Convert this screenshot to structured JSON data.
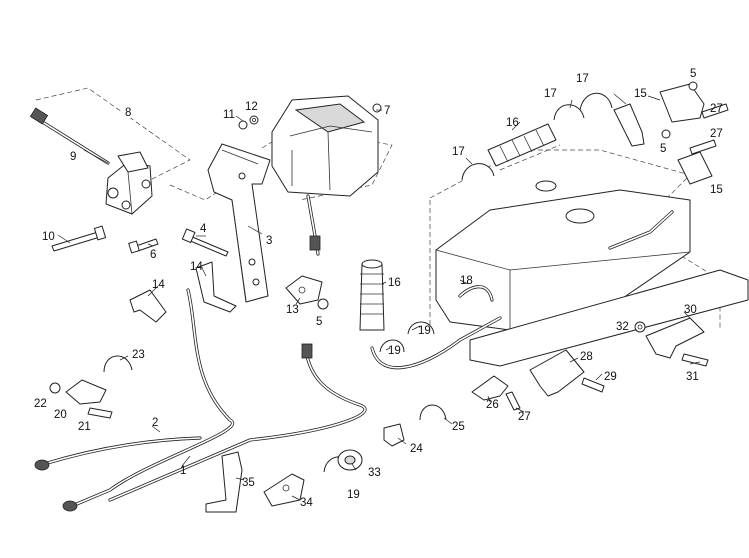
{
  "diagram": {
    "highlight_color": "#f4c33b",
    "callouts": [
      {
        "id": "c8",
        "text": "8",
        "highlighted": true
      },
      {
        "id": "c9",
        "text": "9"
      },
      {
        "id": "c10",
        "text": "10"
      },
      {
        "id": "c6",
        "text": "6"
      },
      {
        "id": "c11",
        "text": "11"
      },
      {
        "id": "c12",
        "text": "12"
      },
      {
        "id": "c7",
        "text": "7"
      },
      {
        "id": "c3",
        "text": "3"
      },
      {
        "id": "c4",
        "text": "4"
      },
      {
        "id": "c14a",
        "text": "14"
      },
      {
        "id": "c14b",
        "text": "14"
      },
      {
        "id": "c13",
        "text": "13"
      },
      {
        "id": "c5a",
        "text": "5"
      },
      {
        "id": "c16a",
        "text": "16"
      },
      {
        "id": "c16b",
        "text": "16"
      },
      {
        "id": "c17a",
        "text": "17"
      },
      {
        "id": "c17b",
        "text": "17"
      },
      {
        "id": "c17c",
        "text": "17"
      },
      {
        "id": "c15a",
        "text": "15"
      },
      {
        "id": "c15b",
        "text": "15"
      },
      {
        "id": "c5b",
        "text": "5"
      },
      {
        "id": "c5c",
        "text": "5"
      },
      {
        "id": "c27a",
        "text": "27"
      },
      {
        "id": "c27b",
        "text": "27"
      },
      {
        "id": "c27c",
        "text": "27"
      },
      {
        "id": "c18",
        "text": "18"
      },
      {
        "id": "c19a",
        "text": "19"
      },
      {
        "id": "c19b",
        "text": "19"
      },
      {
        "id": "c19c",
        "text": "19"
      },
      {
        "id": "c30",
        "text": "30"
      },
      {
        "id": "c32",
        "text": "32"
      },
      {
        "id": "c31",
        "text": "31"
      },
      {
        "id": "c28",
        "text": "28"
      },
      {
        "id": "c29",
        "text": "29"
      },
      {
        "id": "c26",
        "text": "26"
      },
      {
        "id": "c23",
        "text": "23"
      },
      {
        "id": "c22",
        "text": "22"
      },
      {
        "id": "c20",
        "text": "20"
      },
      {
        "id": "c21",
        "text": "21"
      },
      {
        "id": "c2",
        "text": "2"
      },
      {
        "id": "c1",
        "text": "1"
      },
      {
        "id": "c35",
        "text": "35"
      },
      {
        "id": "c34",
        "text": "34"
      },
      {
        "id": "c33",
        "text": "33"
      },
      {
        "id": "c24",
        "text": "24"
      },
      {
        "id": "c25",
        "text": "25"
      }
    ]
  }
}
